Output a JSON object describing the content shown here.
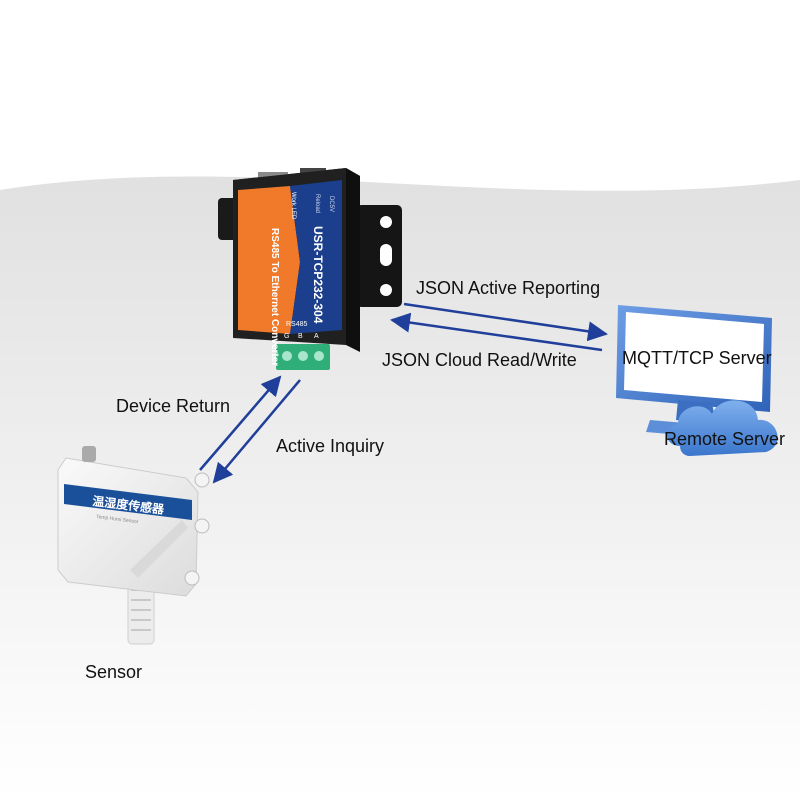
{
  "converter": {
    "model": "USR-TCP232-304",
    "description": "RS485 To Ethernet Converter",
    "port_label": "RS485",
    "terminal_labels": [
      "A",
      "B",
      "G"
    ],
    "power_label": "DC5V",
    "reload_label": "Reload",
    "led_label": "Work LED"
  },
  "sensor": {
    "brand_text": "温湿度传感器",
    "sub_text": "Temp Humi Sensor",
    "label": "Sensor"
  },
  "server": {
    "protocol_label": "MQTT/TCP Server",
    "remote_label": "Remote Server"
  },
  "flows": {
    "active_reporting": "JSON Active Reporting",
    "cloud_read_write": "JSON Cloud Read/Write",
    "device_return": "Device Return",
    "active_inquiry": "Active Inquiry"
  },
  "colors": {
    "arrow": "#1f3f9a",
    "converter_orange": "#f07a2a",
    "converter_blue": "#1b3f8c",
    "cloud": "#4a86d6"
  }
}
